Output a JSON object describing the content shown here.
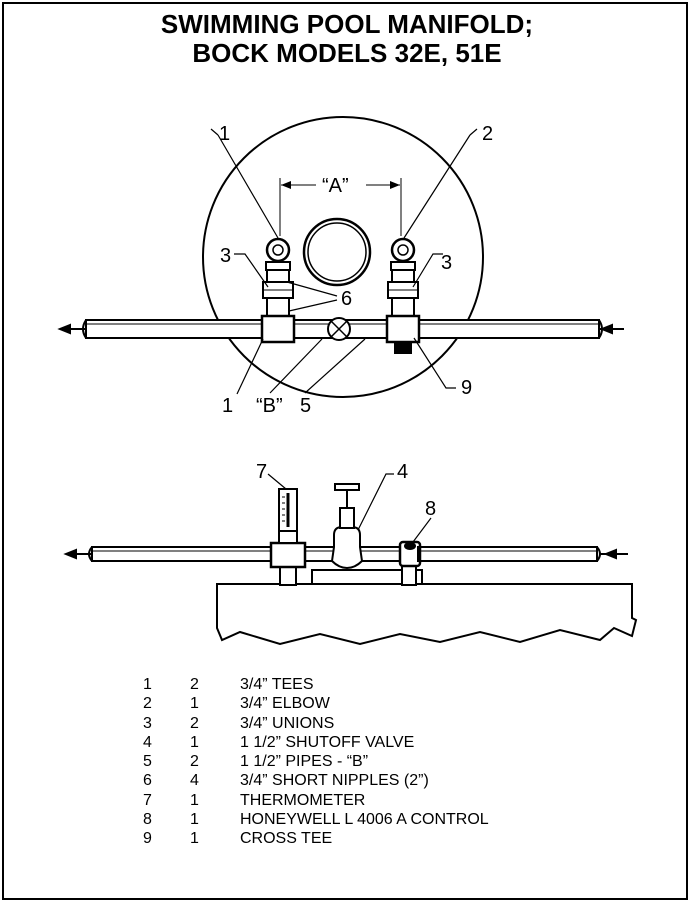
{
  "title": {
    "line1": "SWIMMING POOL MANIFOLD;",
    "line2": "BOCK MODELS 32E, 51E"
  },
  "top_view": {
    "callouts": [
      "1",
      "2",
      "3",
      "3",
      "6",
      "1",
      "“B”",
      "5",
      "9"
    ],
    "dimension_a": "“A”"
  },
  "side_view": {
    "callouts": [
      "7",
      "4",
      "8"
    ]
  },
  "parts_list": [
    {
      "item": "1",
      "qty": "2",
      "desc": "3/4” TEES"
    },
    {
      "item": "2",
      "qty": "1",
      "desc": "3/4” ELBOW"
    },
    {
      "item": "3",
      "qty": "2",
      "desc": "3/4” UNIONS"
    },
    {
      "item": "4",
      "qty": "1",
      "desc": "1 1/2” SHUTOFF VALVE"
    },
    {
      "item": "5",
      "qty": "2",
      "desc": "1 1/2” PIPES - “B”"
    },
    {
      "item": "6",
      "qty": "4",
      "desc": "3/4” SHORT NIPPLES (2”)"
    },
    {
      "item": "7",
      "qty": "1",
      "desc": "THERMOMETER"
    },
    {
      "item": "8",
      "qty": "1",
      "desc": "HONEYWELL L 4006 A CONTROL"
    },
    {
      "item": "9",
      "qty": "1",
      "desc": "CROSS TEE"
    }
  ]
}
